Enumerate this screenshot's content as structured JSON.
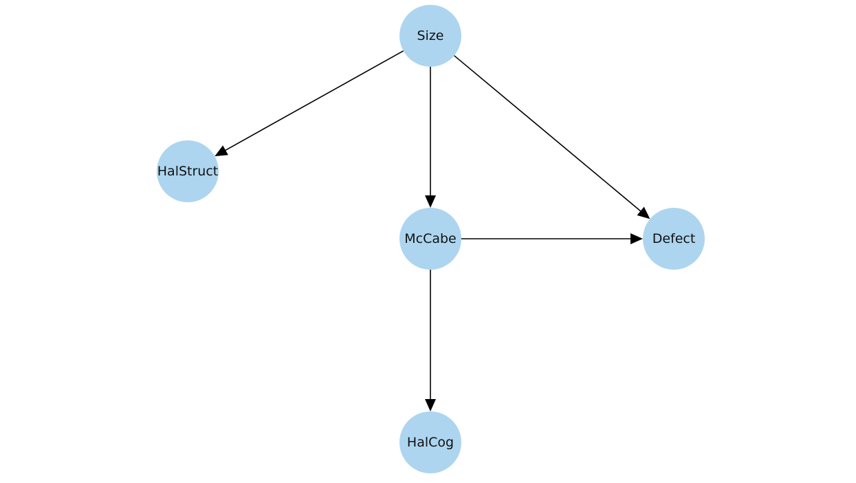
{
  "graph": {
    "node_color": "#add5ef",
    "edge_color": "#000000",
    "nodes": [
      {
        "id": "size",
        "label": "Size"
      },
      {
        "id": "halstruct",
        "label": "HalStruct"
      },
      {
        "id": "mccabe",
        "label": "McCabe"
      },
      {
        "id": "defect",
        "label": "Defect"
      },
      {
        "id": "halcog",
        "label": "HalCog"
      }
    ],
    "edges": [
      {
        "from": "size",
        "to": "halstruct"
      },
      {
        "from": "size",
        "to": "mccabe"
      },
      {
        "from": "size",
        "to": "defect"
      },
      {
        "from": "mccabe",
        "to": "defect"
      },
      {
        "from": "mccabe",
        "to": "halcog"
      }
    ]
  }
}
